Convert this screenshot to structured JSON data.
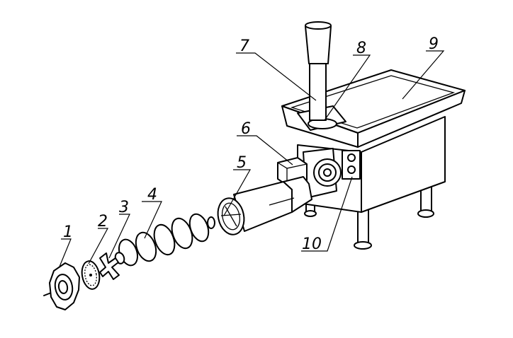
{
  "labels": [
    "1",
    "2",
    "3",
    "4",
    "5",
    "6",
    "7",
    "8",
    "9",
    "10"
  ]
}
